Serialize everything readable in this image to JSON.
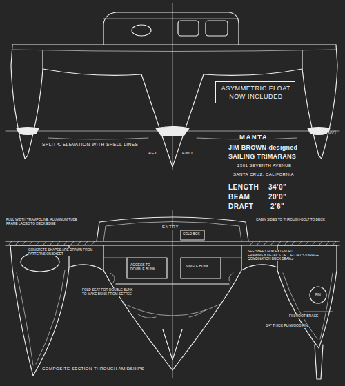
{
  "diagram": {
    "nodes": [
      {
        "text": [
          "ASYMMETRIC FLOAT NOW INCLUDED"
        ]
      }
    ],
    "labels": [
      "SPLIT ℄ ELEVATION WITH SHELL LINES",
      "AFT.",
      "FWD.",
      "MANTA",
      "JIM BROWN-designed",
      "SAILING TRIMARANS",
      "2301 SEVENTH AVENUE",
      "SANTA CRUZ, CALIFORNIA",
      "LENGTH",
      "34'0\"",
      "BEAM",
      "20'0\"",
      "DRAFT",
      "2'6\"",
      "ENTRY",
      "FULL WIDTH TRAMPOLINE, ALUMINUM TUBE FRAME LACED TO DECK EDGE",
      "COLD BOX",
      "CABIN SIDES TO THROUGH-BOLT TO DECK",
      "CONCRETE SHAPES ARE DRAWN FROM PATTERNS ON SHEET",
      "SINGLE BUNK",
      "ACCESS TO DOUBLE BUNK",
      "SEE SHEET FOR EXTENDED FRAMING & DETAILS OF COMBINATION DECK BEAMS",
      "FOLD SEAT FOR DOUBLE BUNK TO MAKE BUNK FROM SETTEE",
      "FLOAT STORAGE",
      "FIN",
      "FIN ROOT BRACE",
      "3/4\" THICK PLYWOOD FIN",
      "COMPOSITE SECTION THROUGH AMIDSHIPS"
    ]
  }
}
